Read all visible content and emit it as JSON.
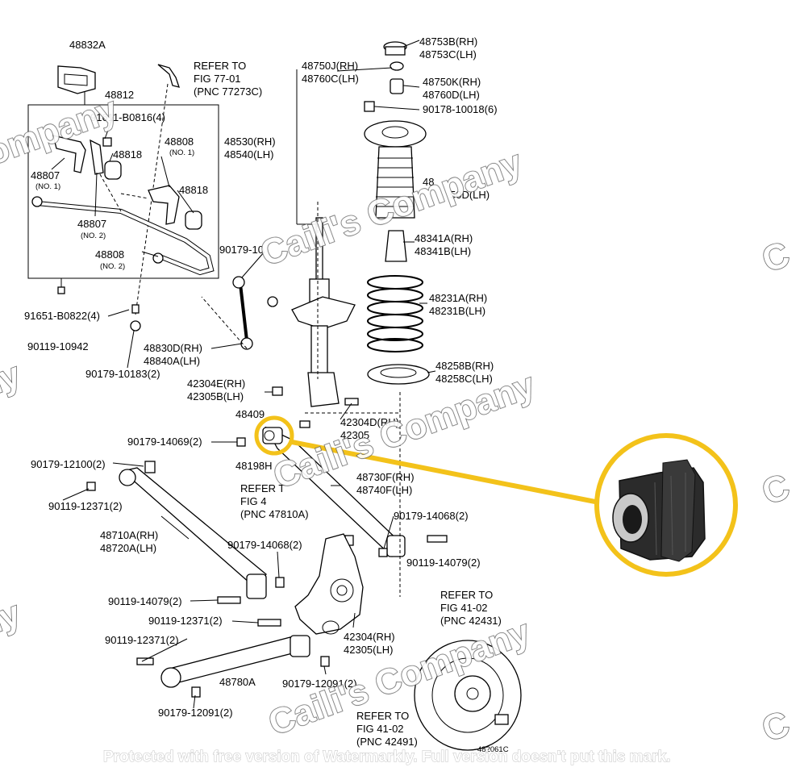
{
  "labels": {
    "l_48832A": "48832A",
    "l_refer_77_1": "REFER TO",
    "l_refer_77_2": "FIG 77-01",
    "l_refer_77_3": "(PNC 77273C)",
    "l_48812": "48812",
    "l_91611": "91611-B0816(4)",
    "l_48807_1a": "48807",
    "l_48807_1b": "(NO. 1)",
    "l_48818_a": "48818",
    "l_48808_1a": "48808",
    "l_48808_1b": "(NO. 1)",
    "l_48818_b": "48818",
    "l_48807_2a": "48807",
    "l_48807_2b": "(NO. 2)",
    "l_48808_2a": "48808",
    "l_48808_2b": "(NO. 2)",
    "l_91651": "91651-B0822(4)",
    "l_90119_10942": "90119-10942",
    "l_48830D": "48830D(RH)",
    "l_48840A": "48840A(LH)",
    "l_90179_10183": "90179-10183(2)",
    "l_90179_10_2": "90179-10",
    "l_48753B": "48753B(RH)",
    "l_48753C": "48753C(LH)",
    "l_48750J": "48750J(RH)",
    "l_48760C": "48760C(LH)",
    "l_48750K": "48750K(RH)",
    "l_48760D": "48760D(LH)",
    "l_90178": "90178-10018(6)",
    "l_48530": "48530(RH)",
    "l_48540": "48540(LH)",
    "l_partial_1": "48",
    "l_partial_2": "50D(LH)",
    "l_48341A": "48341A(RH)",
    "l_48341B": "48341B(LH)",
    "l_48231A": "48231A(RH)",
    "l_48231B": "48231B(LH)",
    "l_48258B": "48258B(RH)",
    "l_48258C": "48258C(LH)",
    "l_42304E": "42304E(RH)",
    "l_42305B": "42305B(LH)",
    "l_48409": "48409",
    "l_42304D": "42304D(RH)",
    "l_42305": "42305",
    "l_90179_14069": "90179-14069(2)",
    "l_48198H": "48198H",
    "l_90179_12100": "90179-12100(2)",
    "l_90119_12371_a": "90119-12371(2)",
    "l_refer_478_1": "REFER T",
    "l_refer_478_2": "FIG 4",
    "l_refer_478_3": "(PNC 47810A)",
    "l_48730F": "48730F(RH)",
    "l_48740F": "48740F(LH)",
    "l_90179_14068_a": "90179-14068(2)",
    "l_90119_14079_a": "90119-14079(2)",
    "l_48710A": "48710A(RH)",
    "l_48720A": "48720A(LH)",
    "l_90179_14068_b": "90179-14068(2)",
    "l_90119_14079_b": "90119-14079(2)",
    "l_90119_12371_b": "90119-12371(2)",
    "l_90119_12371_c": "90119-12371(2)",
    "l_48780A": "48780A",
    "l_90179_12091_a": "90179-12091(2)",
    "l_90179_12091_b": "90179-12091(2)",
    "l_42304": "42304(RH)",
    "l_42305_rh": "42305(LH)",
    "l_refer_4102a_1": "REFER TO",
    "l_refer_4102a_2": "FIG 41-02",
    "l_refer_4102a_3": "(PNC 42431)",
    "l_refer_4102b_1": "REFER TO",
    "l_refer_4102b_2": "FIG 41-02",
    "l_refer_4102b_3": "(PNC 42491)",
    "l_482061C": "482061C"
  },
  "watermark": {
    "brand": "Caili's Company",
    "brand_short_1": "Company",
    "brand_short_2": "ny",
    "brand_short_3": "C",
    "footer": "Protected with free version of Watermarkly. Full version doesn't put this mark."
  },
  "colors": {
    "highlight": "#F3C21A",
    "bushing_rubber": "#2b2b2b",
    "bushing_sleeve": "#c9c9c9",
    "line": "#000000",
    "watermark_outline": "#5a5a5a"
  }
}
